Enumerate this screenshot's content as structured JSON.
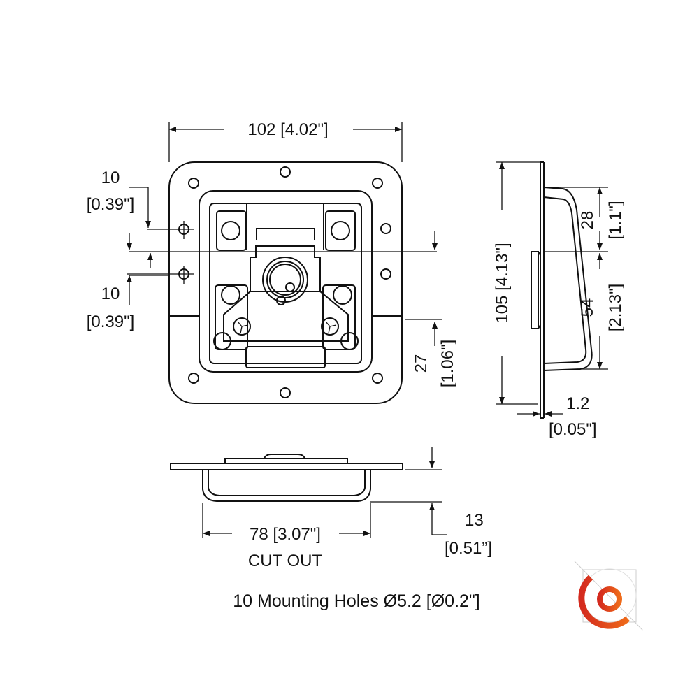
{
  "front_view": {
    "width_dim": "102 [4.02\"]",
    "hole_top_dim": "10",
    "hole_top_dim_in": "[0.39\"]",
    "hole_bottom_dim": "10",
    "hole_bottom_dim_in": "[0.39\"]",
    "offset_dim": "27",
    "offset_dim_in": "[1.06\"]"
  },
  "side_view": {
    "height_dim": "105 [4.13\"]",
    "upper_dim": "28",
    "upper_dim_in": "[1.1\"]",
    "lower_dim": "54",
    "lower_dim_in": "[2.13\"]",
    "thickness_dim": "1.2",
    "thickness_dim_in": "[0.05\"]"
  },
  "bottom_view": {
    "cutout_dim": "78 [3.07\"]",
    "cutout_label": "CUT OUT",
    "depth_dim": "13",
    "depth_dim_in": "[0.51”]"
  },
  "note": "10 Mounting Holes Ø5.2 [Ø0.2\"]",
  "colors": {
    "logo_red": "#d42a1e",
    "logo_orange": "#ee6a1a"
  }
}
